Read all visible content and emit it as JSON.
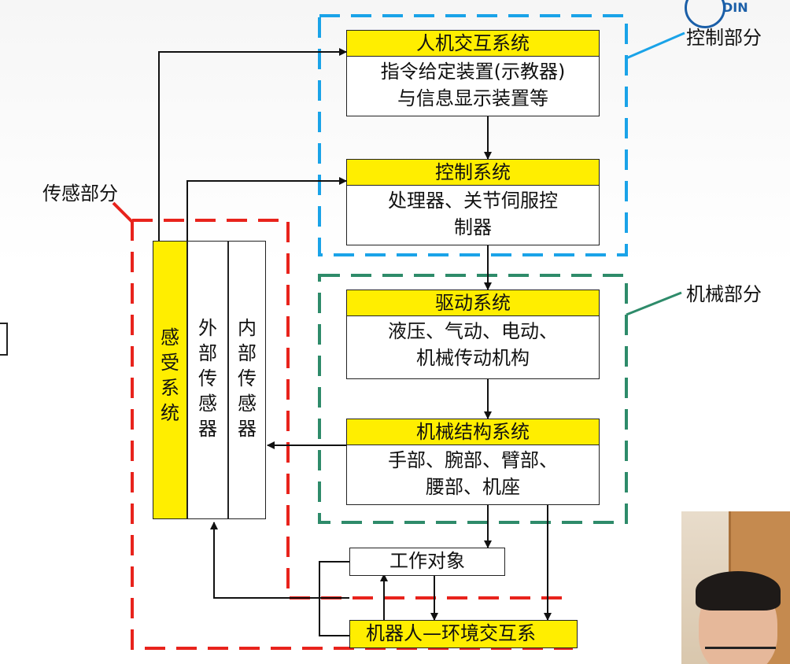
{
  "watermark": {
    "logo_text": "DIN"
  },
  "groups": {
    "control": "控制部分",
    "sensing": "传感部分",
    "mechanical": "机械部分"
  },
  "boxes": {
    "hmi": {
      "title": "人机交互系统",
      "lines": [
        "指令给定装置(示教器)",
        "与信息显示装置等"
      ]
    },
    "control_sys": {
      "title": "控制系统",
      "lines": [
        "处理器、关节伺服控",
        "制器"
      ]
    },
    "drive": {
      "title": "驱动系统",
      "lines": [
        "液压、气动、电动、",
        "机械传动机构"
      ]
    },
    "mech_struct": {
      "title": "机械结构系统",
      "lines": [
        "手部、腕部、臂部、",
        "腰部、机座"
      ]
    },
    "work_object": "工作对象",
    "interaction": "机器人—环境交互系"
  },
  "sensing_columns": {
    "perception": "感受系统",
    "external": "外部传感器",
    "internal": "内部传感器"
  },
  "colors": {
    "yellow": "#ffee00",
    "blue_dash": "#1aa3e8",
    "green_dash": "#2e8b6a",
    "red_dash": "#e8231c"
  }
}
